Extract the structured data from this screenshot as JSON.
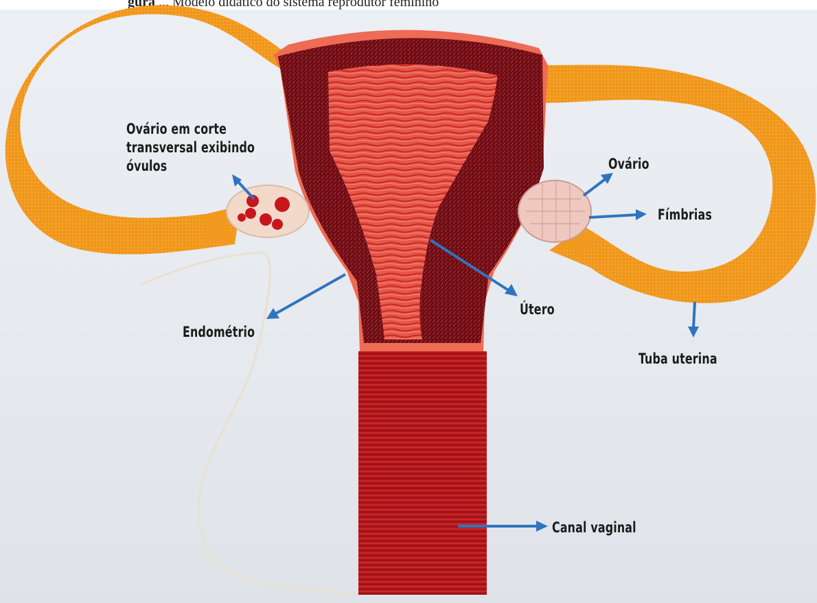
{
  "caption": {
    "prefix": "gura",
    "text": "... Modelo didático do sistema reprodutor feminino"
  },
  "colors": {
    "tube": "#f29a1f",
    "uterus_wall": "#7a1018",
    "endometrium": "#e6574a",
    "vagina": "#b5161c",
    "arrow": "#2f74c0"
  },
  "labels": {
    "ovario_corte": [
      "Ovário em corte",
      "transversal exibindo",
      "óvulos"
    ],
    "ovario": "Ovário",
    "fimbrias": "Fímbrias",
    "endometrio": "Endométrio",
    "utero": "Útero",
    "tuba_uterina": "Tuba uterina",
    "canal_vaginal": "Canal vaginal"
  }
}
